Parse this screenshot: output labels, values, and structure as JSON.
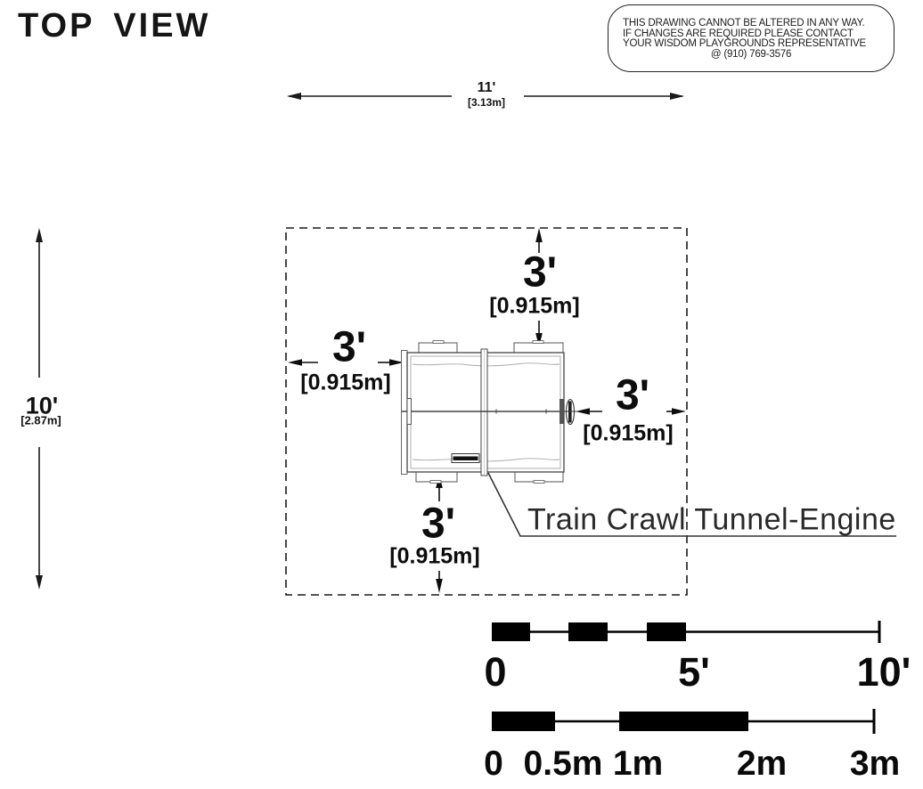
{
  "title": "TOP VIEW",
  "note_box": {
    "lines": [
      "THIS DRAWING CANNOT BE ALTERED IN ANY WAY.",
      "IF CHANGES ARE REQUIRED PLEASE CONTACT",
      "YOUR WISDOM PLAYGROUNDS REPRESENTATIVE",
      "@ (910) 769-3576"
    ]
  },
  "dimensions": {
    "overall_width": {
      "imperial": "11'",
      "metric": "[3.13m]"
    },
    "overall_depth": {
      "imperial": "10'",
      "metric": "[2.87m]"
    },
    "clearance_top": {
      "imperial": "3'",
      "metric": "[0.915m]"
    },
    "clearance_left": {
      "imperial": "3'",
      "metric": "[0.915m]"
    },
    "clearance_right": {
      "imperial": "3'",
      "metric": "[0.915m]"
    },
    "clearance_bottom": {
      "imperial": "3'",
      "metric": "[0.915m]"
    }
  },
  "equipment_label": "Train Crawl Tunnel-Engine",
  "scale_bars": {
    "feet": {
      "labels": [
        "0",
        "5'",
        "10'"
      ]
    },
    "meters": {
      "labels": [
        "0",
        "0.5m",
        "1m",
        "2m",
        "3m"
      ]
    }
  },
  "colors": {
    "ink": "#111111",
    "drawing_line": "#555555",
    "background": "#ffffff"
  }
}
